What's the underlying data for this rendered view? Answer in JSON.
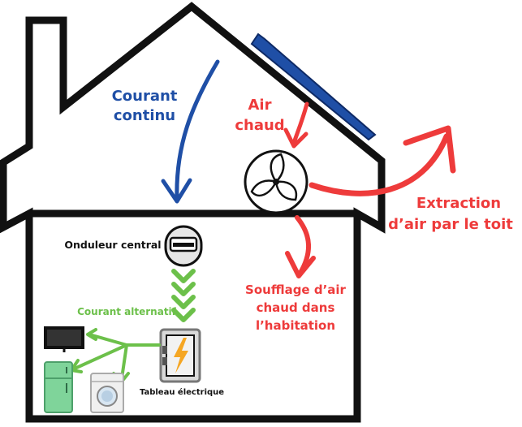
{
  "labels": {
    "courant_continu_line1": "Courant",
    "courant_continu_line2": "continu",
    "air_chaud_line1": "Air",
    "air_chaud_line2": "chaud",
    "extraction_line1": "Extraction",
    "extraction_line2": "d’air par le toit",
    "onduleur": "Onduleur central",
    "courant_alternatif": "Courant alternatif",
    "soufflage_line1": "Soufflage d’air",
    "soufflage_line2": "chaud dans",
    "soufflage_line3": "l’habitation",
    "tableau": "Tableau électrique"
  },
  "colors": {
    "house_outline": "#111111",
    "solar_panel": "#1f4fa6",
    "dc_blue": "#1f4fa6",
    "hot_air_red": "#ee3b3b",
    "ac_green": "#6cc04a",
    "fridge_green": "#7fd49a",
    "panel_gray": "#8a8a8a",
    "bolt_orange": "#f5a623"
  },
  "icons": [
    "fan-icon",
    "inverter-icon",
    "tv-icon",
    "fridge-icon",
    "washing-machine-icon",
    "electrical-panel-icon",
    "lightning-bolt-icon"
  ]
}
